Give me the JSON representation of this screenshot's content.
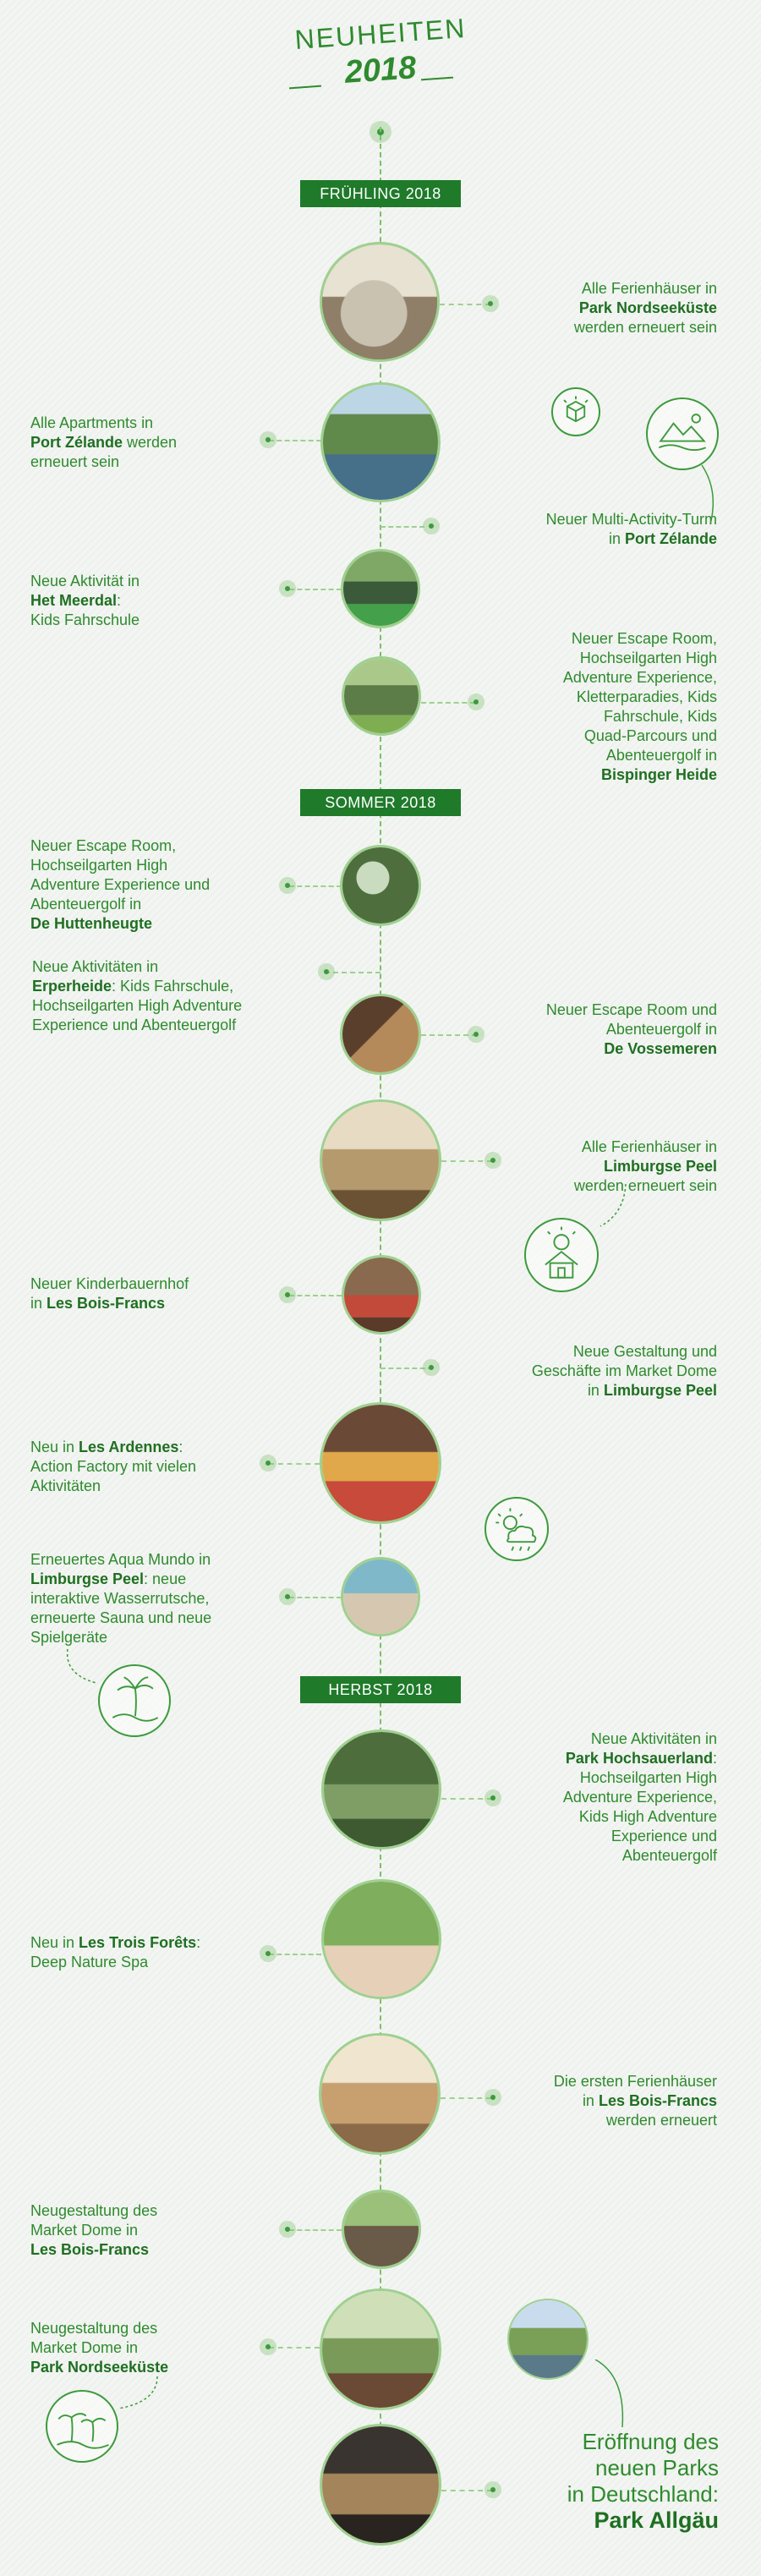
{
  "header": {
    "title": "NEUHEITEN",
    "year": "2018"
  },
  "seasons": {
    "spring": "FRÜHLING 2018",
    "summer": "SOMMER 2018",
    "autumn": "HERBST 2018"
  },
  "items": [
    {
      "lines": [
        [
          {
            "t": "Alle Ferienhäuser in"
          }
        ],
        [
          {
            "t": "Park Nordseeküste",
            "b": true
          }
        ],
        [
          {
            "t": "werden erneuert sein"
          }
        ]
      ]
    },
    {
      "lines": [
        [
          {
            "t": "Alle Apartments in"
          }
        ],
        [
          {
            "t": "Port Zélande",
            "b": true
          },
          {
            "t": " werden"
          }
        ],
        [
          {
            "t": "erneuert sein"
          }
        ]
      ]
    },
    {
      "lines": [
        [
          {
            "t": "Neuer Multi-Activity-Turm"
          }
        ],
        [
          {
            "t": "in "
          },
          {
            "t": "Port Zélande",
            "b": true
          }
        ]
      ]
    },
    {
      "lines": [
        [
          {
            "t": "Neue Aktivität in"
          }
        ],
        [
          {
            "t": "Het Meerdal",
            "b": true
          },
          {
            "t": ":"
          }
        ],
        [
          {
            "t": "Kids Fahrschule"
          }
        ]
      ]
    },
    {
      "lines": [
        [
          {
            "t": "Neuer Escape Room,"
          }
        ],
        [
          {
            "t": "Hochseilgarten High"
          }
        ],
        [
          {
            "t": "Adventure Experience,"
          }
        ],
        [
          {
            "t": "Kletterparadies, Kids"
          }
        ],
        [
          {
            "t": "Fahrschule, Kids"
          }
        ],
        [
          {
            "t": "Quad-Parcours und"
          }
        ],
        [
          {
            "t": "Abenteuergolf in"
          }
        ],
        [
          {
            "t": "Bispinger Heide",
            "b": true
          }
        ]
      ]
    },
    {
      "lines": [
        [
          {
            "t": "Neuer Escape Room,"
          }
        ],
        [
          {
            "t": "Hochseilgarten High"
          }
        ],
        [
          {
            "t": "Adventure Experience und"
          }
        ],
        [
          {
            "t": "Abenteuergolf in"
          }
        ],
        [
          {
            "t": "De Huttenheugte",
            "b": true
          }
        ]
      ]
    },
    {
      "lines": [
        [
          {
            "t": "Neue Aktivitäten in"
          }
        ],
        [
          {
            "t": "Erperheide",
            "b": true
          },
          {
            "t": ": Kids Fahrschule,"
          }
        ],
        [
          {
            "t": "Hochseilgarten High Adventure"
          }
        ],
        [
          {
            "t": "Experience und Abenteuergolf"
          }
        ]
      ]
    },
    {
      "lines": [
        [
          {
            "t": "Neuer Escape Room und"
          }
        ],
        [
          {
            "t": "Abenteuergolf in"
          }
        ],
        [
          {
            "t": "De Vossemeren",
            "b": true
          }
        ]
      ]
    },
    {
      "lines": [
        [
          {
            "t": "Alle Ferienhäuser in"
          }
        ],
        [
          {
            "t": "Limburgse Peel",
            "b": true
          }
        ],
        [
          {
            "t": "werden erneuert sein"
          }
        ]
      ]
    },
    {
      "lines": [
        [
          {
            "t": "Neuer Kinderbauernhof"
          }
        ],
        [
          {
            "t": "in "
          },
          {
            "t": "Les Bois-Francs",
            "b": true
          }
        ]
      ]
    },
    {
      "lines": [
        [
          {
            "t": "Neue Gestaltung und"
          }
        ],
        [
          {
            "t": "Geschäfte im Market Dome"
          }
        ],
        [
          {
            "t": "in "
          },
          {
            "t": "Limburgse Peel",
            "b": true
          }
        ]
      ]
    },
    {
      "lines": [
        [
          {
            "t": "Neu in "
          },
          {
            "t": "Les Ardennes",
            "b": true
          },
          {
            "t": ":"
          }
        ],
        [
          {
            "t": "Action Factory mit vielen"
          }
        ],
        [
          {
            "t": "Aktivitäten"
          }
        ]
      ]
    },
    {
      "lines": [
        [
          {
            "t": "Erneuertes Aqua Mundo in"
          }
        ],
        [
          {
            "t": "Limburgse Peel",
            "b": true
          },
          {
            "t": ": neue"
          }
        ],
        [
          {
            "t": "interaktive Wasserrutsche,"
          }
        ],
        [
          {
            "t": "erneuerte Sauna und neue"
          }
        ],
        [
          {
            "t": "Spielgeräte"
          }
        ]
      ]
    },
    {
      "lines": [
        [
          {
            "t": "Neue Aktivitäten in"
          }
        ],
        [
          {
            "t": "Park Hochsauerland",
            "b": true
          },
          {
            "t": ":"
          }
        ],
        [
          {
            "t": "Hochseilgarten High"
          }
        ],
        [
          {
            "t": "Adventure Experience,"
          }
        ],
        [
          {
            "t": "Kids High Adventure"
          }
        ],
        [
          {
            "t": "Experience und"
          }
        ],
        [
          {
            "t": "Abenteuergolf"
          }
        ]
      ]
    },
    {
      "lines": [
        [
          {
            "t": "Neu in "
          },
          {
            "t": "Les Trois Forêts",
            "b": true
          },
          {
            "t": ":"
          }
        ],
        [
          {
            "t": "Deep Nature Spa"
          }
        ]
      ]
    },
    {
      "lines": [
        [
          {
            "t": "Die ersten Ferienhäuser"
          }
        ],
        [
          {
            "t": "in "
          },
          {
            "t": "Les Bois-Francs",
            "b": true
          }
        ],
        [
          {
            "t": "werden erneuert"
          }
        ]
      ]
    },
    {
      "lines": [
        [
          {
            "t": "Neugestaltung des"
          }
        ],
        [
          {
            "t": "Market Dome in"
          }
        ],
        [
          {
            "t": "Les Bois-Francs",
            "b": true
          }
        ]
      ]
    },
    {
      "lines": [
        [
          {
            "t": "Neugestaltung des"
          }
        ],
        [
          {
            "t": "Market Dome in"
          }
        ],
        [
          {
            "t": "Park Nordseeküste",
            "b": true
          }
        ]
      ]
    }
  ],
  "final": {
    "line1": "Eröffnung des",
    "line2": "neuen Parks",
    "line3": "in Deutschland:",
    "park": "Park Allgäu"
  },
  "colors": {
    "green": "#2f8a2f",
    "dark_green": "#1f7a2a",
    "light_green": "#9fd090",
    "background": "#f2f5f1"
  },
  "icons": [
    "cube-sparkle-icon",
    "mountain-lake-icon",
    "house-sun-icon",
    "cloud-sun-icon",
    "palm-island-icon",
    "palm-island-icon-2"
  ]
}
